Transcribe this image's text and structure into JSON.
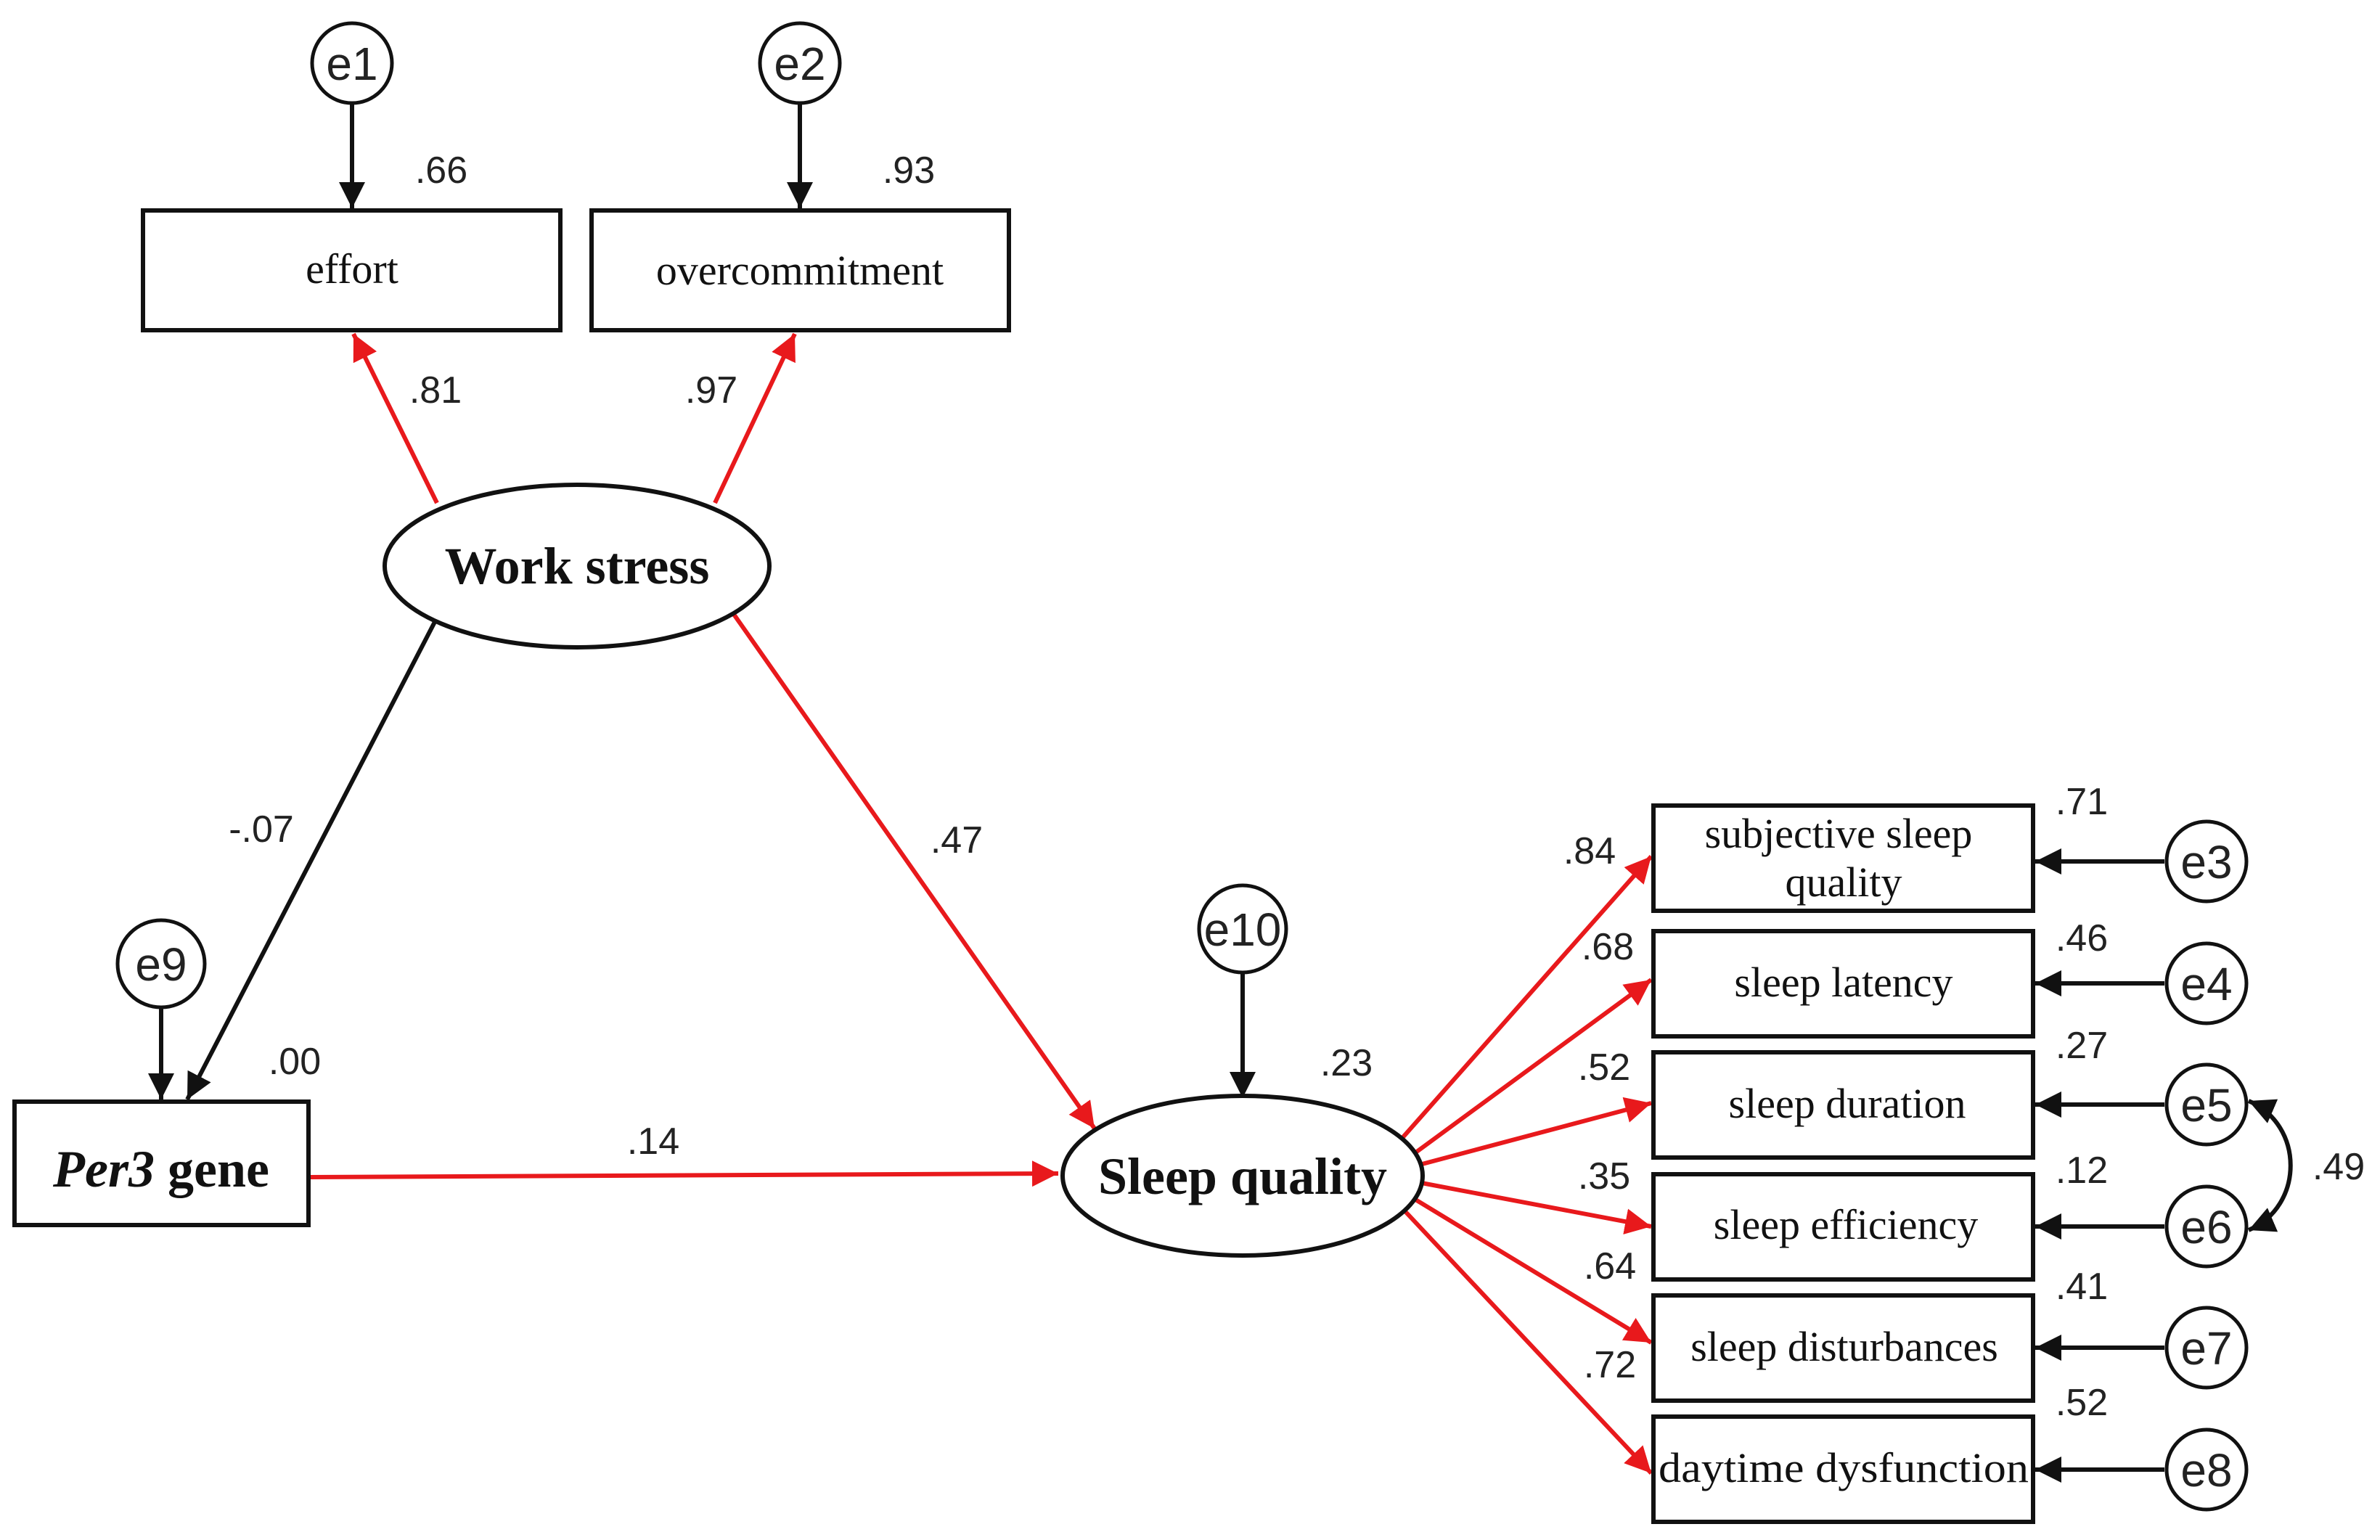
{
  "colors": {
    "path_red": "#e8191c",
    "path_black": "#111111"
  },
  "observed": {
    "effort": "effort",
    "overcommitment": "overcommitment",
    "subjective_l1": "subjective sleep",
    "subjective_l2": "quality",
    "latency": "sleep latency",
    "duration": "sleep duration",
    "efficiency": "sleep efficiency",
    "disturbances": "sleep disturbances",
    "daytime": "daytime dysfunction"
  },
  "per3": {
    "italic": "Per3",
    "rest": " gene"
  },
  "latent": {
    "work_stress": "Work stress",
    "sleep_quality": "Sleep quality"
  },
  "errors": [
    "e1",
    "e2",
    "e3",
    "e4",
    "e5",
    "e6",
    "e7",
    "e8",
    "e9",
    "e10"
  ],
  "r2": {
    "effort": ".66",
    "overcommitment": ".93",
    "per3": ".00",
    "sleep_quality": ".23",
    "subjective": ".71",
    "latency": ".46",
    "duration": ".27",
    "efficiency": ".12",
    "disturbances": ".41",
    "daytime": ".52"
  },
  "paths": {
    "ws_effort": ".81",
    "ws_overcommitment": ".97",
    "ws_per3": "-.07",
    "ws_sq": ".47",
    "per3_sq": ".14",
    "sq_subjective": ".84",
    "sq_latency": ".68",
    "sq_duration": ".52",
    "sq_efficiency": ".35",
    "sq_disturbances": ".64",
    "sq_daytime": ".72"
  },
  "covariance": {
    "e5_e6": ".49"
  }
}
